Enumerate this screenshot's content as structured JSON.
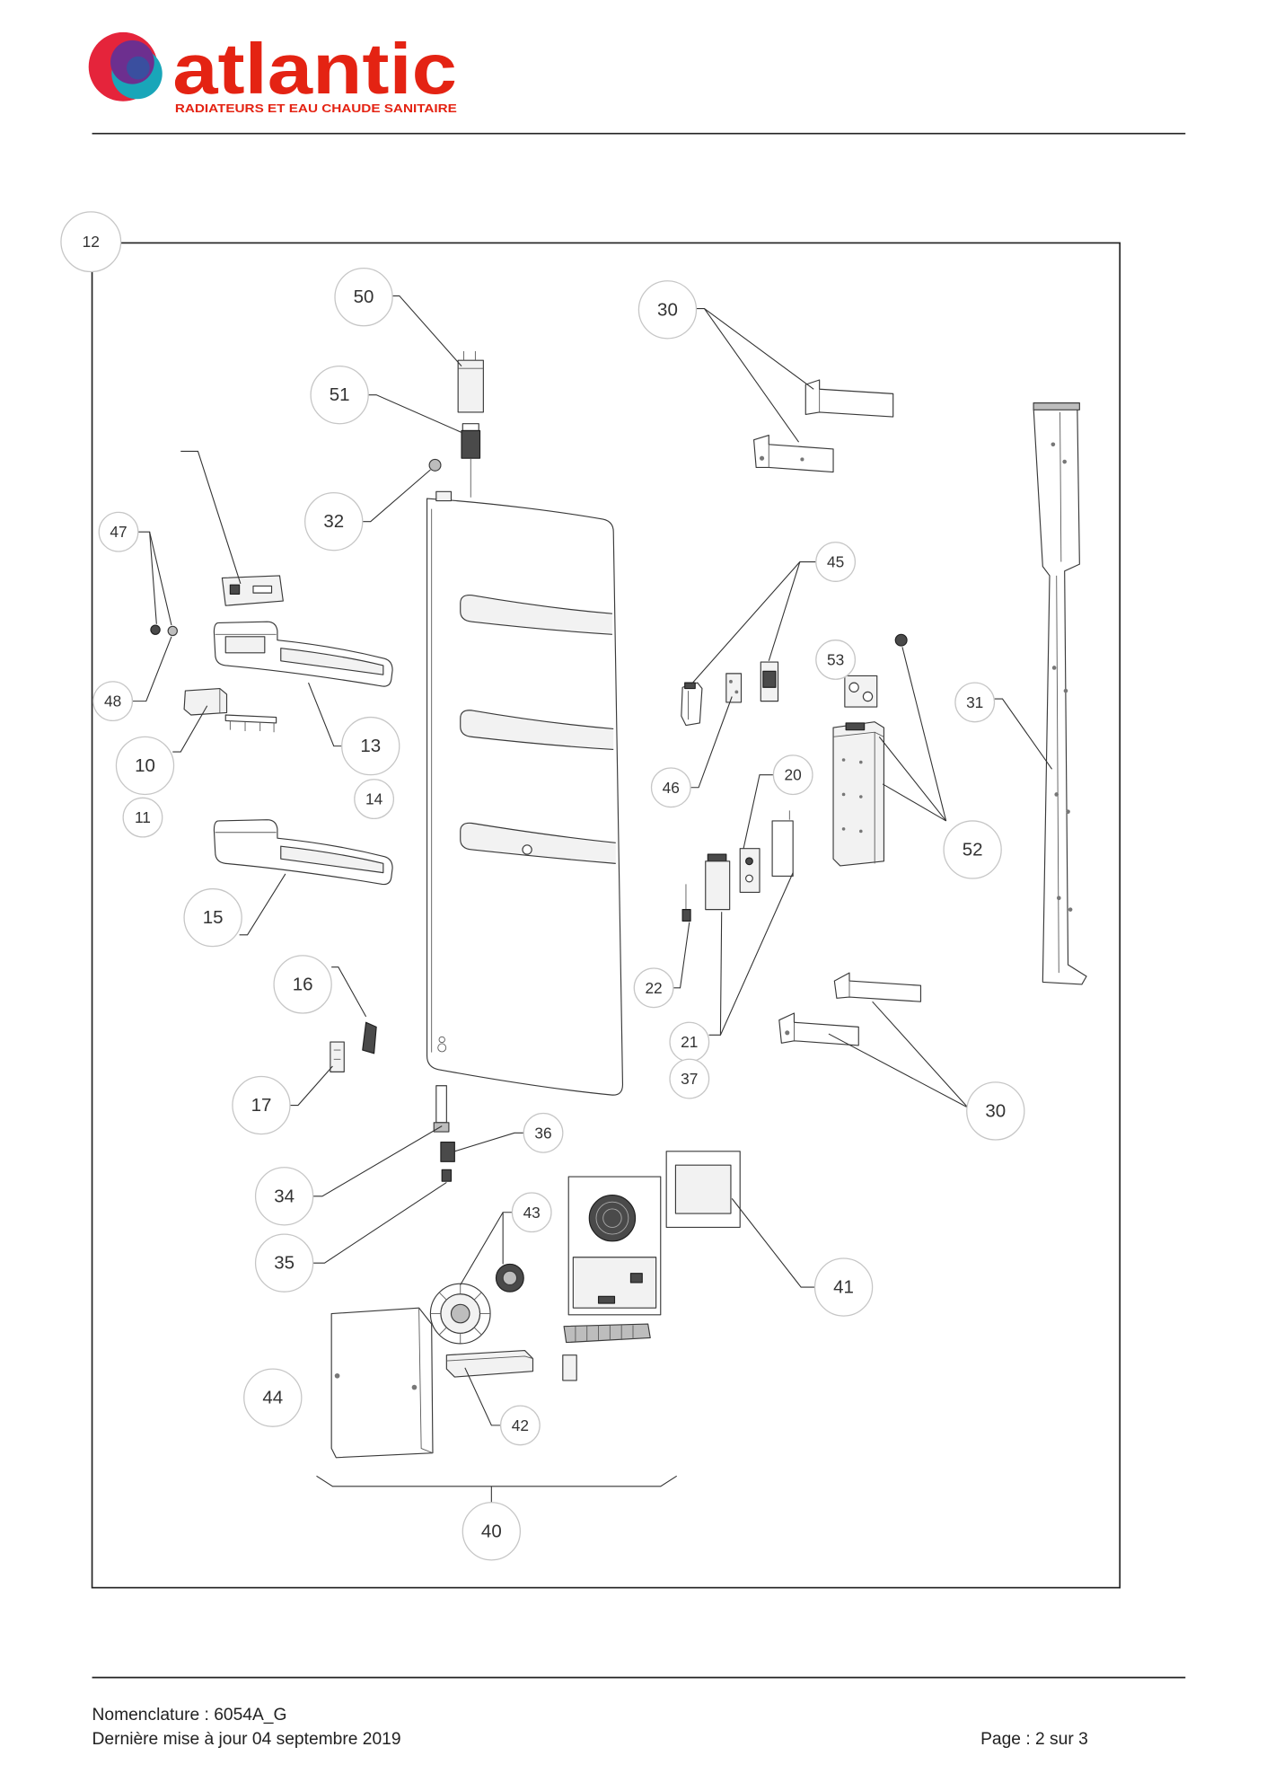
{
  "header": {
    "brand": "atlantic",
    "tagline": "RADIATEURS ET EAU CHAUDE SANITAIRE"
  },
  "logo": {
    "icon": "atlantic-logo-emblem"
  },
  "colors": {
    "brand_red": "#e42313",
    "emblem_red": "#e5243b",
    "emblem_purple": "#6d2f8f",
    "emblem_teal": "#19a6b9",
    "emblem_blue": "#3a4f9f",
    "rule": "#222222"
  },
  "diagram": {
    "callouts": [
      "12",
      "50",
      "30",
      "51",
      "32",
      "47",
      "45",
      "53",
      "31",
      "48",
      "13",
      "10",
      "14",
      "46",
      "20",
      "11",
      "52",
      "15",
      "16",
      "22",
      "21",
      "37",
      "17",
      "30",
      "36",
      "34",
      "43",
      "35",
      "41",
      "44",
      "42",
      "40"
    ]
  },
  "footer": {
    "nomenclature": "Nomenclature : 6054A_G",
    "last_update": "Dernière mise à jour 04 septembre 2019",
    "page": "Page : 2 sur 3"
  }
}
